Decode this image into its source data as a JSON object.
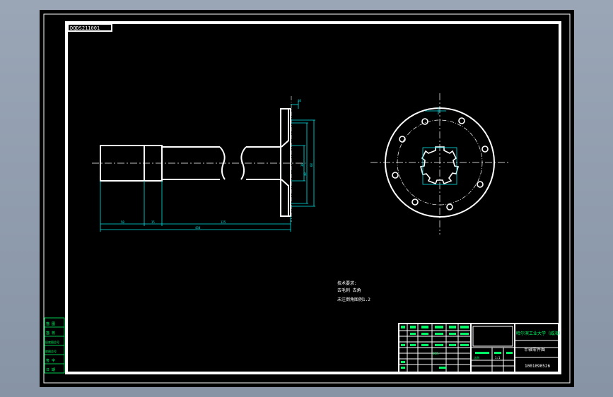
{
  "colors": {
    "background": "#000000",
    "border": "#ffffff",
    "geometry": "#ffffff",
    "dimensions": "#00e5e5",
    "title_text": "#00ff66",
    "window_bg": "#9aa6b6"
  },
  "drawing": {
    "code_box": "DQDS211001",
    "notes": {
      "heading": "技术要求:",
      "line1": "去毛刺 去角",
      "line2": "未注倒角图例1.2"
    },
    "dims": {
      "flange_thk": "10",
      "d1": "36",
      "d2": "68",
      "d3": "48",
      "l1": "50",
      "l2": "15",
      "l3": "125",
      "total": "430"
    },
    "title_block": {
      "school": "哈尔滨工业大学（威海）",
      "part_name": "半轴零件图",
      "drawing_no": "1001090526",
      "scale_label": "比例",
      "scale_value": "1:1",
      "material": "40Cr"
    },
    "side_stamp": {
      "rows": [
        "描 图",
        "描 校",
        "旧底图总号",
        "底图总号",
        "签 字",
        "日 期"
      ]
    }
  }
}
